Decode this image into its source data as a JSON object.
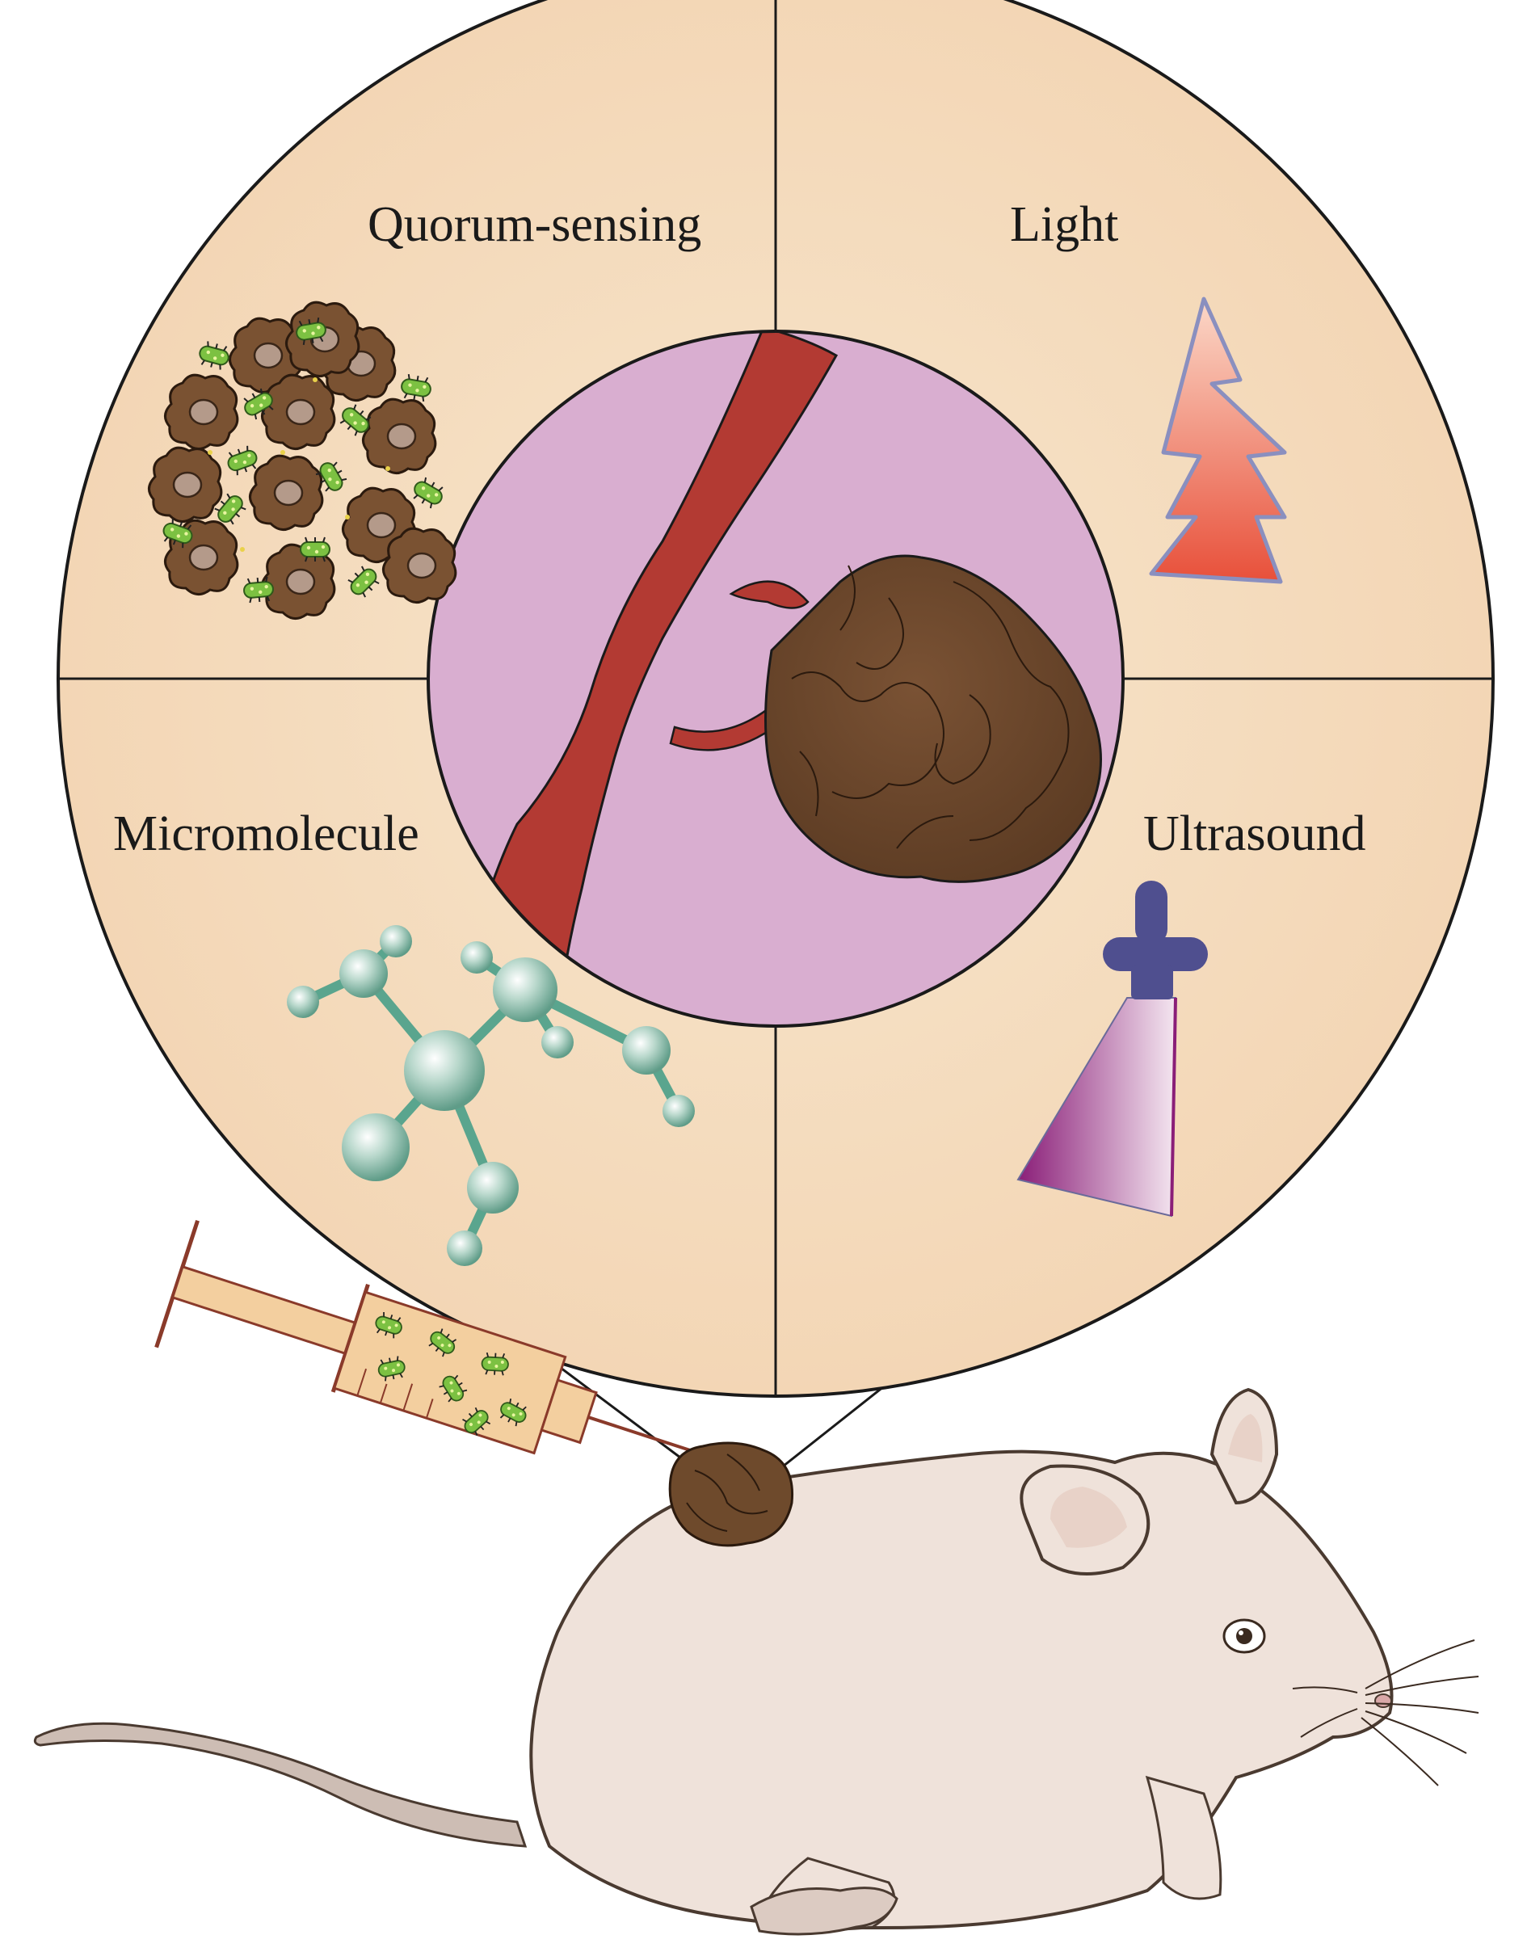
{
  "figure": {
    "labels": {
      "top_left": "Quorum-sensing",
      "top_right": "Light",
      "bottom_left": "Micromolecule",
      "bottom_right": "Ultrasound"
    }
  }
}
